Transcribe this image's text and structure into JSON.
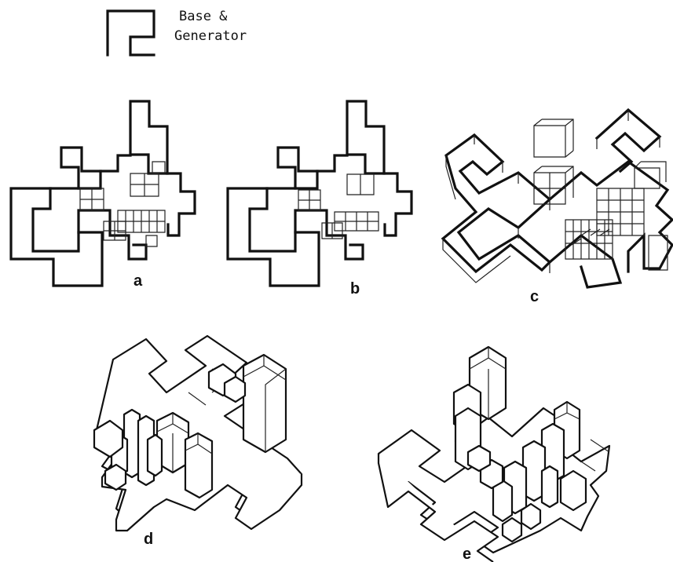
{
  "legend": {
    "line1": "Base &",
    "line2": "Generator"
  },
  "panels": {
    "a": "a",
    "b": "b",
    "c": "c",
    "d": "d",
    "e": "e"
  }
}
